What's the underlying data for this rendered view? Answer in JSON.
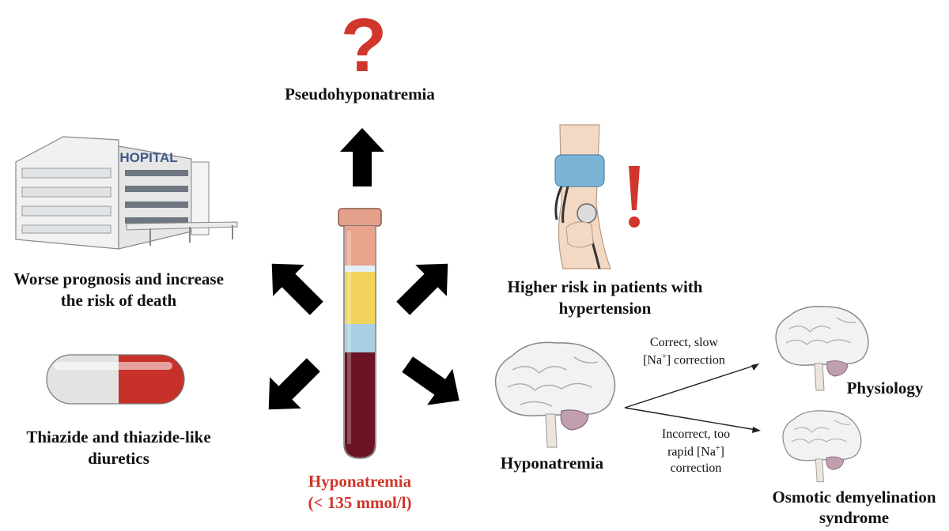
{
  "center": {
    "line1": "Hyponatremia",
    "line2": "(< 135 mmol/l)",
    "accent": "#d0362b"
  },
  "pseudo": {
    "label": "Pseudohyponatremia",
    "icon": "question-mark-icon"
  },
  "hospital": {
    "sign": "HOPITAL",
    "line1": "Worse prognosis and increase",
    "line2": "the risk of death"
  },
  "hypertension": {
    "line1": "Higher risk in patients with",
    "line2": "hypertension",
    "icon": "exclamation-mark-icon"
  },
  "diuretics": {
    "line1": "Thiazide and thiazide-like",
    "line2": "diuretics",
    "icon": "pill-capsule-icon"
  },
  "brain_main": {
    "label": "Hyponatremia",
    "icon": "brain-icon"
  },
  "branch_correct": {
    "line1": "Correct, slow",
    "line2_pre": "[Na",
    "line2_sup": "+",
    "line2_post": "] correction",
    "result": "Physiology"
  },
  "branch_incorrect": {
    "line1": "Incorrect, too",
    "line2_pre": "rapid [Na",
    "line2_sup": "+",
    "line2_post": "]",
    "line3": "correction",
    "result_line1": "Osmotic demyelination",
    "result_line2": "syndrome"
  },
  "colors": {
    "arrow": "#000000",
    "tube_cap": "#e3a08a",
    "tube_plasma": "#f2d35b",
    "tube_blue": "#a9cfe3",
    "tube_blood": "#6b1424",
    "pill_red": "#c8312a",
    "brain": "#f2f2f2",
    "cerebellum": "#bf9fb0",
    "cuff": "#7cb4d6"
  }
}
